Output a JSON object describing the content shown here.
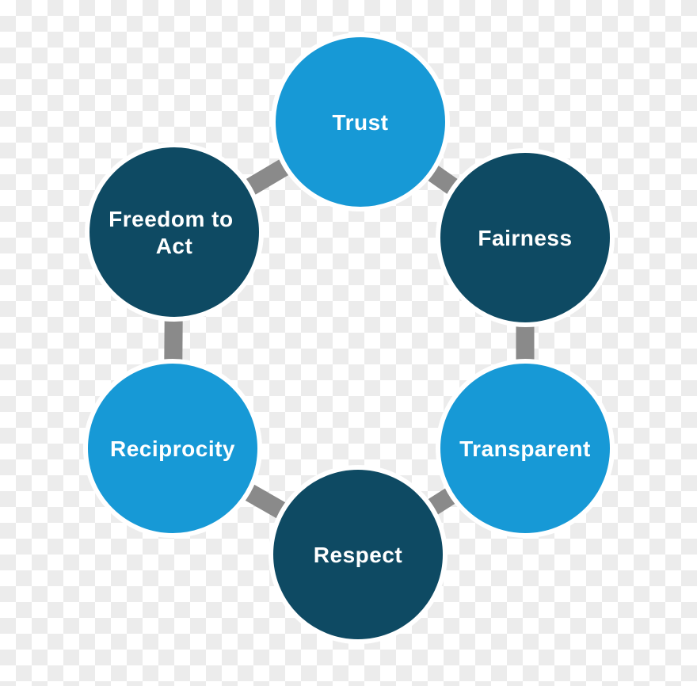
{
  "diagram": {
    "type": "circular-cycle",
    "description": "Six-circle ring diagram of values on a transparency checkerboard background",
    "nodes": [
      {
        "id": "trust",
        "label": "Trust",
        "color_role": "light_blue"
      },
      {
        "id": "fairness",
        "label": "Fairness",
        "color_role": "dark_blue"
      },
      {
        "id": "transparent",
        "label": "Transparent",
        "color_role": "light_blue"
      },
      {
        "id": "respect",
        "label": "Respect",
        "color_role": "dark_blue"
      },
      {
        "id": "reciprocity",
        "label": "Reciprocity",
        "color_role": "light_blue"
      },
      {
        "id": "freedom-to-act",
        "label": "Freedom to Act",
        "color_role": "dark_blue",
        "lines": [
          "Freedom to",
          "Act"
        ]
      }
    ],
    "connections": [
      {
        "from": "freedom-to-act",
        "to": "trust"
      },
      {
        "from": "trust",
        "to": "fairness"
      },
      {
        "from": "fairness",
        "to": "transparent"
      },
      {
        "from": "transparent",
        "to": "respect"
      },
      {
        "from": "respect",
        "to": "reciprocity"
      },
      {
        "from": "reciprocity",
        "to": "freedom-to-act"
      }
    ],
    "palette": {
      "light_blue": "#1799d6",
      "dark_blue": "#0e4a63",
      "connector_gray": "#8a8a8a",
      "node_border": "#ffffff",
      "text_white": "#ffffff",
      "checker_gray": "#ececec",
      "checker_white": "#ffffff"
    }
  }
}
